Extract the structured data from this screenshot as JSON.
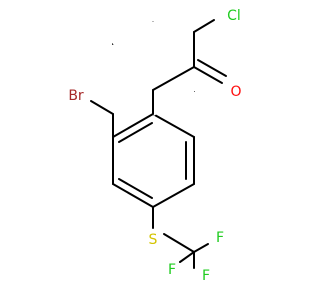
{
  "molecule": {
    "atoms": [
      {
        "label": "Cl",
        "color": "#1fcc1f"
      },
      {
        "label": "O",
        "color": "#ff0d0d"
      },
      {
        "label": "Br",
        "color": "#a62929"
      },
      {
        "label": "S",
        "color": "#d4c400"
      },
      {
        "label": "F",
        "color": "#1fcc1f"
      },
      {
        "label": "F",
        "color": "#1fcc1f"
      },
      {
        "label": "F",
        "color": "#1fcc1f"
      }
    ],
    "bond_color": "#000000"
  }
}
